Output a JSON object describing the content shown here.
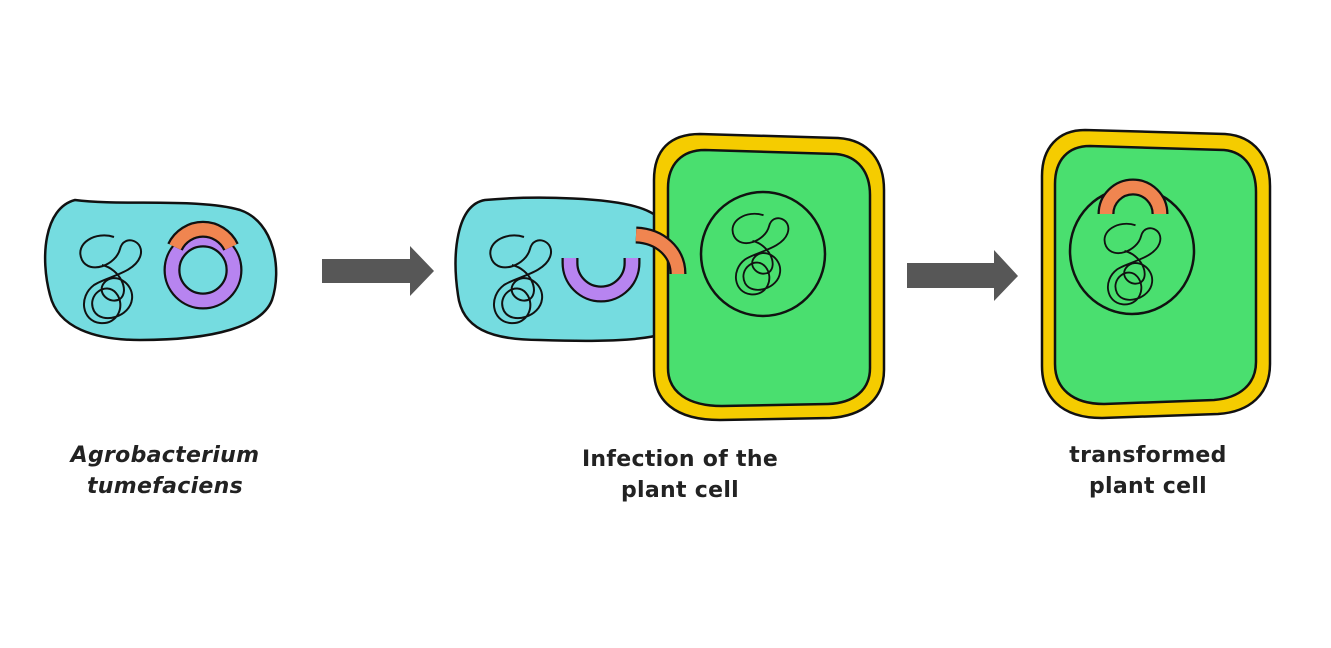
{
  "colors": {
    "bacterium": "#75DCE0",
    "plasmid": "#B784F0",
    "t_dna": "#F08550",
    "plant_cytoplasm": "#4ADF6F",
    "cell_wall": "#F5CC00",
    "arrow": "#575757",
    "outline": "#111111",
    "text": "#222222"
  },
  "stages": [
    {
      "label_lines": [
        "Agrobacterium",
        "tumefaciens"
      ],
      "italic": true
    },
    {
      "label_lines": [
        "Infection of the",
        "plant cell"
      ],
      "italic": false
    },
    {
      "label_lines": [
        "transformed",
        "plant cell"
      ],
      "italic": false
    }
  ]
}
